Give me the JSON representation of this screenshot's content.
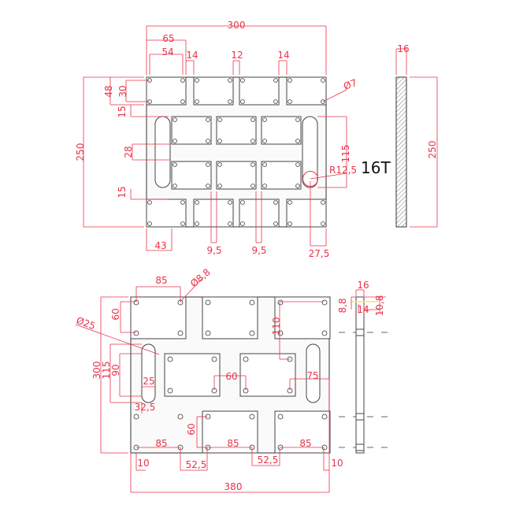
{
  "colors": {
    "dimension": "#e8334a",
    "outline": "#333333"
  },
  "top_view": {
    "thickness_label": "16T",
    "dims": {
      "overall_width": "300",
      "d65": "65",
      "d54": "54",
      "d14a": "14",
      "d12": "12",
      "d14b": "14",
      "d48": "48",
      "d30": "30",
      "d15a": "15",
      "d28": "28",
      "d15b": "15",
      "d250": "250",
      "hole_dia": "Ø7",
      "d115": "115",
      "radius": "R12,5",
      "d43": "43",
      "d9_5a": "9,5",
      "d9_5b": "9,5",
      "d27_5": "27,5"
    }
  },
  "top_side": {
    "dims": {
      "thickness": "16",
      "height": "250"
    }
  },
  "bottom_view": {
    "dims": {
      "d85_top": "85",
      "hole_dia": "Ø8,8",
      "d60a": "60",
      "slot_dia": "Ø25",
      "d300": "300",
      "d115": "115",
      "d90": "90",
      "d25": "25",
      "d32_5": "32,5",
      "d110": "110",
      "d60b": "60",
      "d75": "75",
      "d60c": "60",
      "d85a": "85",
      "d85b": "85",
      "d85c": "85",
      "d10a": "10",
      "d52_5a": "52,5",
      "d52_5b": "52,5",
      "d10b": "10",
      "d380": "380"
    }
  },
  "bottom_side": {
    "dims": {
      "d16": "16",
      "d8_8": "8,8",
      "d14": "14",
      "d10_8": "10,8"
    }
  }
}
